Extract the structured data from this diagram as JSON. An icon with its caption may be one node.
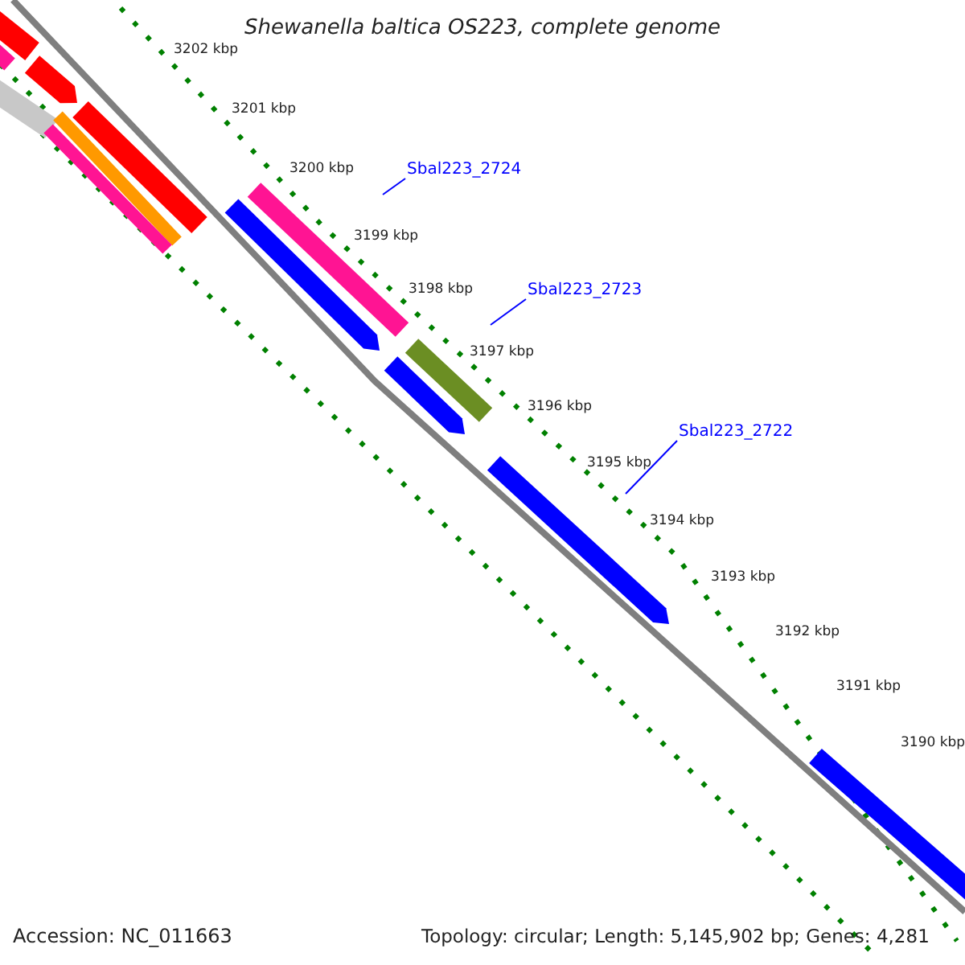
{
  "diagram": {
    "title": "Shewanella baltica OS223, complete genome",
    "nodes": [
      {
        "text": [
          "Sbal223_2724"
        ]
      },
      {
        "text": [
          "Sbal223_2723"
        ]
      },
      {
        "text": [
          "Sbal223_2722"
        ]
      }
    ],
    "edges": [
      {
        "from": 0,
        "to": null,
        "arrow": "none"
      },
      {
        "from": 1,
        "to": null,
        "arrow": "none"
      },
      {
        "from": 2,
        "to": null,
        "arrow": "none"
      }
    ],
    "labels": [
      "3202 kbp",
      "3201 kbp",
      "3200 kbp",
      "3199 kbp",
      "3198 kbp",
      "3197 kbp",
      "3196 kbp",
      "3195 kbp",
      "3194 kbp",
      "3193 kbp",
      "3192 kbp",
      "3191 kbp",
      "3190 kbp",
      "Accession: NC_011663",
      "Topology: circular; Length: 5,145,902 bp; Genes: 4,281"
    ]
  }
}
